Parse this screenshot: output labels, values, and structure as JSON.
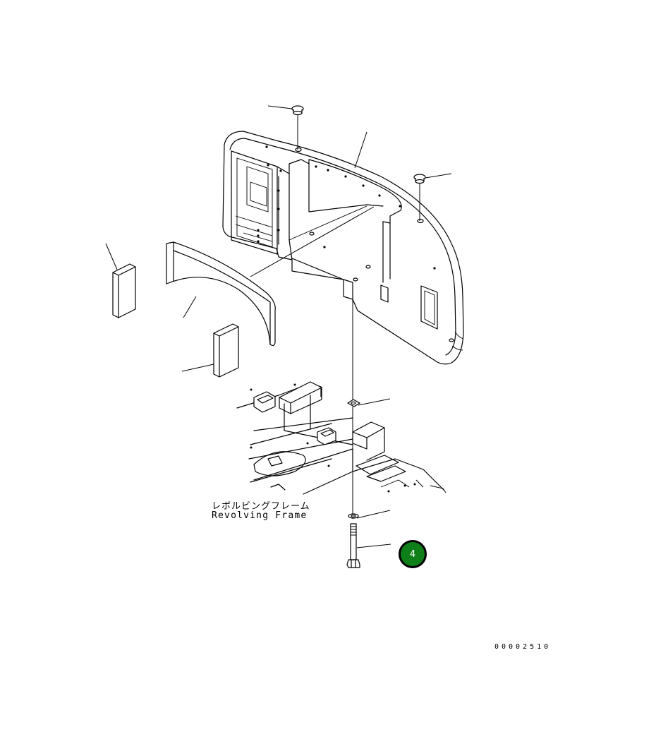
{
  "diagram": {
    "frame_label_jp": "レボルビングフレーム",
    "frame_label_en": "Revolving Frame",
    "drawing_number": "00002510",
    "callout": {
      "number": "4",
      "color": "#0f7f1a"
    }
  }
}
